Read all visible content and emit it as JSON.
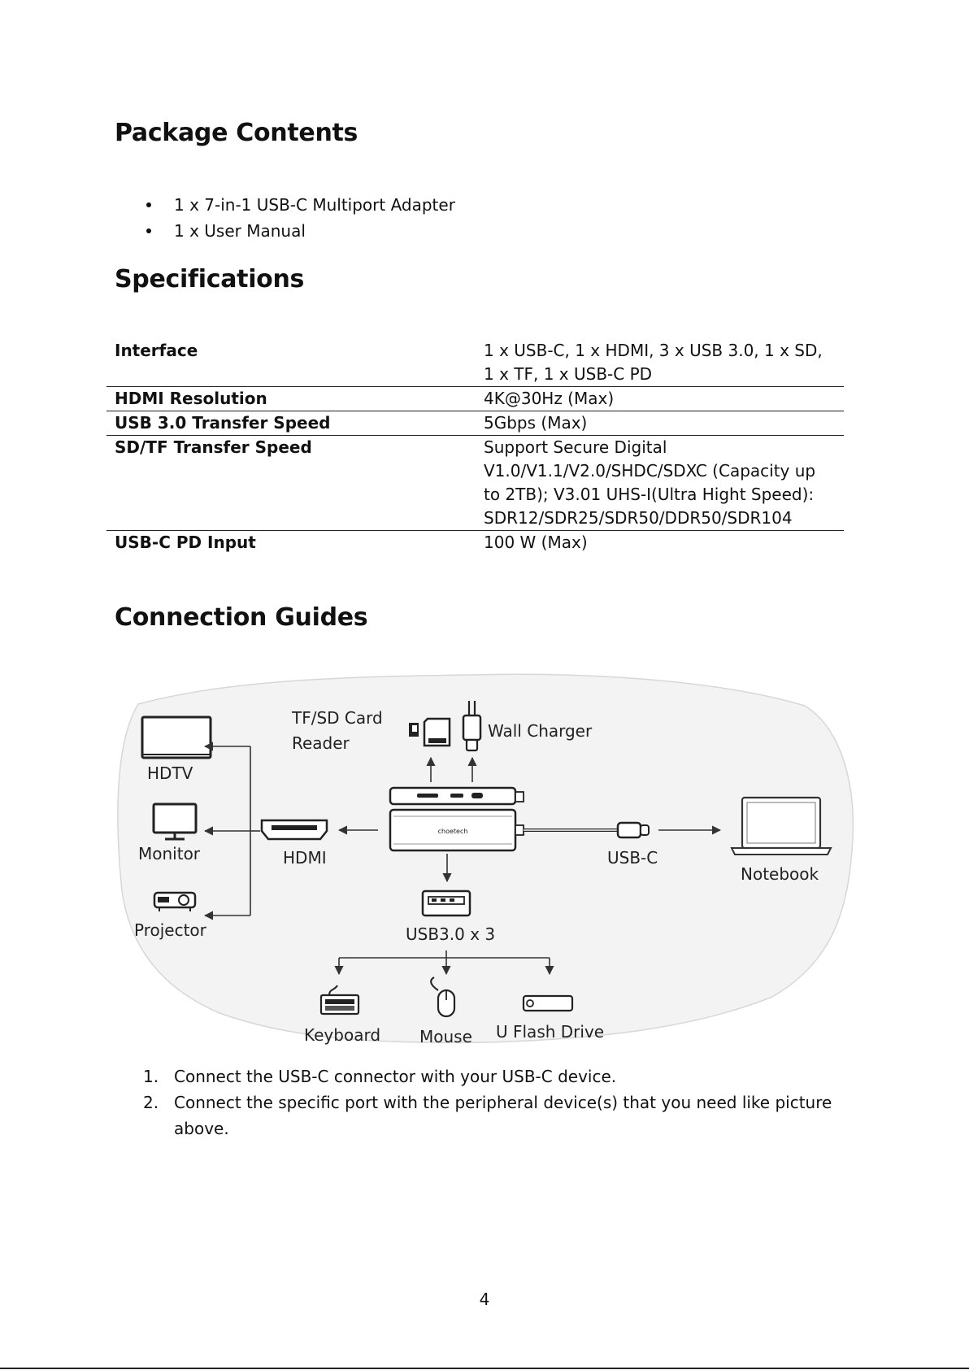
{
  "package": {
    "heading": "Package Contents",
    "items": [
      "1 x 7-in-1 USB-C Multiport Adapter",
      "1 x User Manual"
    ]
  },
  "specs": {
    "heading": "Specifications",
    "rows": [
      {
        "label": "Interface",
        "value": "1 x USB-C, 1 x HDMI, 3 x USB 3.0, 1 x SD, 1 x TF, 1 x USB-C PD"
      },
      {
        "label": "HDMI Resolution",
        "value": "4K@30Hz (Max)"
      },
      {
        "label": "USB 3.0 Transfer Speed",
        "value": "5Gbps (Max)"
      },
      {
        "label": "SD/TF Transfer Speed",
        "value": "Support Secure Digital V1.0/V1.1/V2.0/SHDC/SDXC (Capacity up to 2TB); V3.01 UHS-I(Ultra Hight Speed): SDR12/SDR25/SDR50/DDR50/SDR104"
      },
      {
        "label": "USB-C PD Input",
        "value": "100 W (Max)"
      }
    ]
  },
  "guides": {
    "heading": "Connection Guides",
    "diagram": {
      "hdtv": "HDTV",
      "monitor": "Monitor",
      "projector": "Projector",
      "tf_sd_line1": "TF/SD Card",
      "tf_sd_line2": "Reader",
      "wall_charger": "Wall Charger",
      "hdmi": "HDMI",
      "usbc": "USB-C",
      "notebook": "Notebook",
      "usb3": "USB3.0 x 3",
      "keyboard": "Keyboard",
      "mouse": "Mouse",
      "flash": "U Flash Drive",
      "brand": "choetech"
    },
    "steps": [
      {
        "num": "1.",
        "text": "Connect the USB-C connector with your USB-C device."
      },
      {
        "num": "2.",
        "text": "Connect the specific port with the peripheral device(s) that you need like picture above."
      }
    ]
  },
  "page_number": "4"
}
